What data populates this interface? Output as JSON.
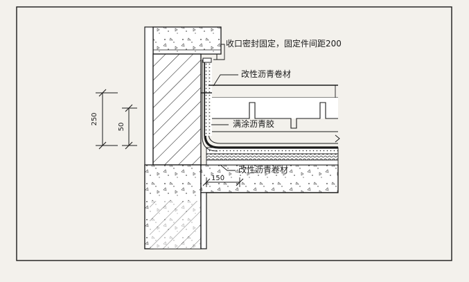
{
  "labels": {
    "seal": "收口密封固定，固定件间距200",
    "membrane_top": "改性沥青卷材",
    "asphalt_glue": "满涂沥青胶",
    "membrane_bottom": "改性沥青卷材"
  },
  "dimensions": {
    "outer": "250",
    "inner": "50",
    "bottom": "150"
  },
  "colors": {
    "background": "#f3f1ec",
    "line": "#1a1a1a"
  }
}
